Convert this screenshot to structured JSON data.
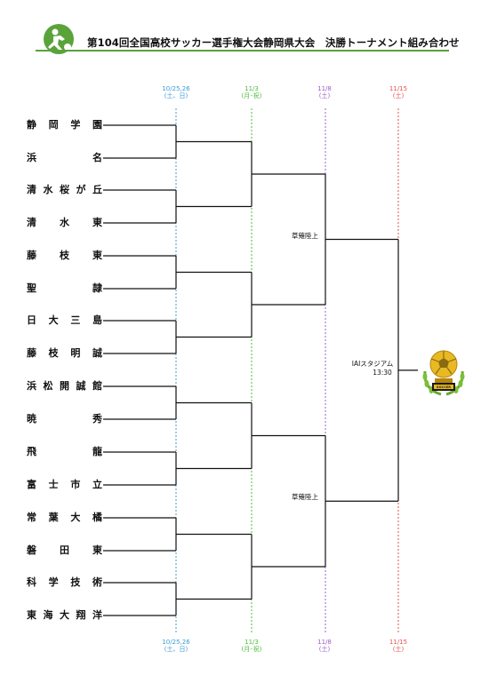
{
  "header": {
    "title": "第104回全国高校サッカー選手権大会静岡県大会　決勝トーナメント組み合わせ",
    "rule_color": "#5aa33a",
    "logo_icon": "soccer-player-logo-icon"
  },
  "rounds": [
    {
      "date": "10/25,26",
      "day": "(土、日)",
      "color": "#3a9ad9"
    },
    {
      "date": "11/3",
      "day": "(月･祝)",
      "color": "#4cbf3a"
    },
    {
      "date": "11/8",
      "day": "(土)",
      "color": "#9b5cc9"
    },
    {
      "date": "11/15",
      "day": "(土)",
      "color": "#e0524e"
    }
  ],
  "teams": [
    "静岡学園",
    "浜名",
    "清水桜が丘",
    "清水東",
    "藤枝東",
    "聖隷",
    "日大三島",
    "藤枝明誠",
    "浜松開誠館",
    "暁秀",
    "飛龍",
    "富士市立",
    "常葉大橘",
    "磐田東",
    "科学技術",
    "東海大翔洋"
  ],
  "venues": {
    "semifinal_top": "草薙陸上",
    "semifinal_bottom": "草薙陸上",
    "final_place": "IAIスタジアム",
    "final_time": "13:30"
  },
  "trophy_icon": "gold-soccer-ball-trophy-icon",
  "trophy_label": "SOCCER"
}
